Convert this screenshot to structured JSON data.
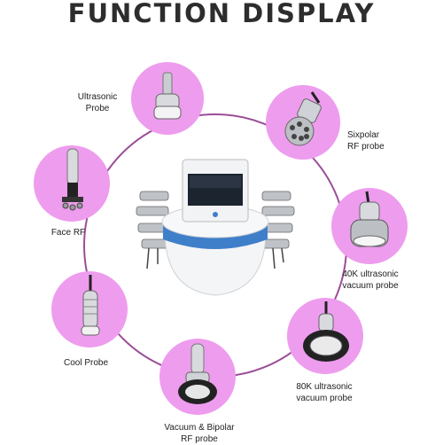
{
  "title": "FUNCTION DISPLAY",
  "colors": {
    "ring": "#9b4d97",
    "bubble": "#ee9cee",
    "device_band": "#3f7fc9"
  },
  "probes": [
    {
      "id": "ultrasonic",
      "label": "Ultrasonic\nProbe",
      "icon": "ultrasonic-probe-icon"
    },
    {
      "id": "sixpolar",
      "label": "Sixpolar\nRF probe",
      "icon": "sixpolar-probe-icon"
    },
    {
      "id": "face-rf",
      "label": "Face RF",
      "icon": "face-rf-probe-icon"
    },
    {
      "id": "40k",
      "label": "40K ultrasonic\nvacuum probe",
      "icon": "40k-vacuum-probe-icon"
    },
    {
      "id": "cool",
      "label": "Cool Probe",
      "icon": "cool-probe-icon"
    },
    {
      "id": "80k",
      "label": "80K ultrasonic\nvacuum probe",
      "icon": "80k-vacuum-probe-icon"
    },
    {
      "id": "vacuum-bipolar",
      "label": "Vacuum & Bipolar\nRF probe",
      "icon": "vacuum-bipolar-probe-icon"
    }
  ]
}
